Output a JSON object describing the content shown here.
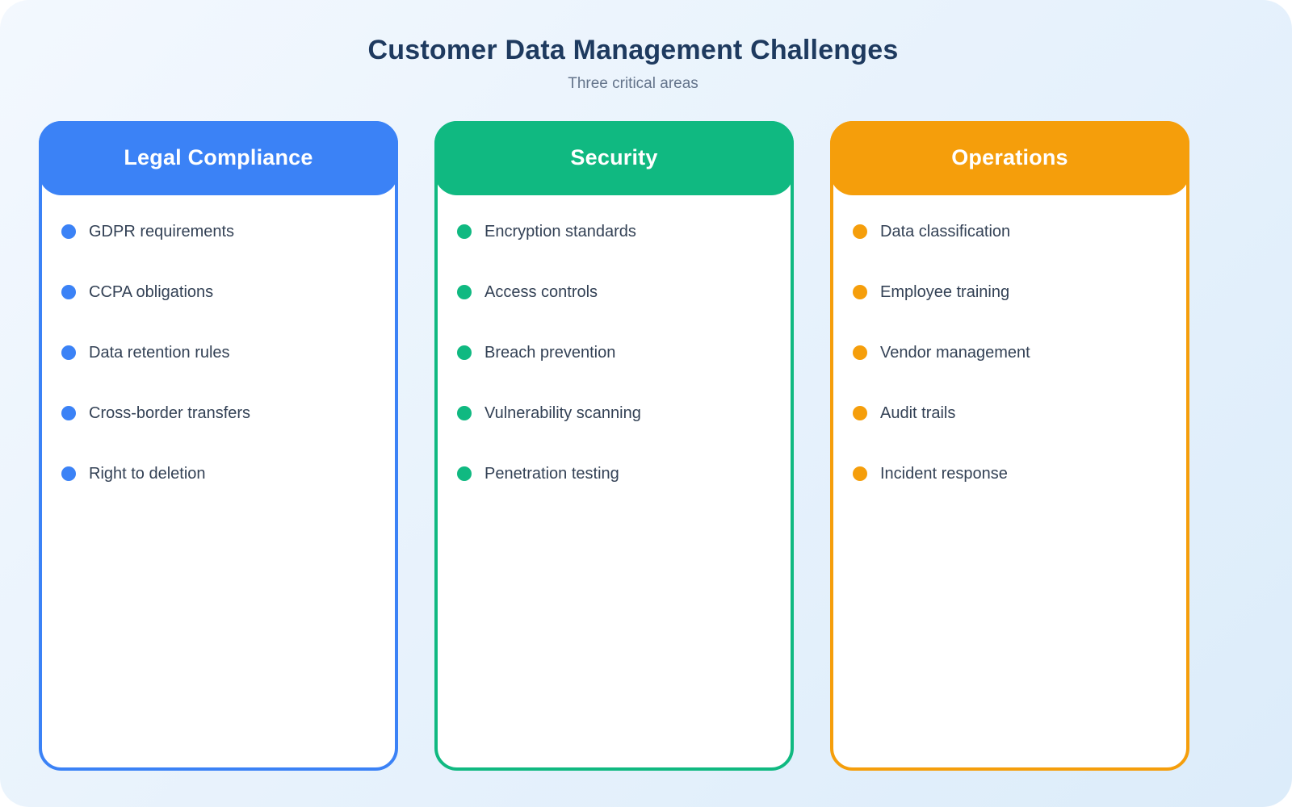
{
  "page": {
    "title": "Customer Data Management Challenges",
    "subtitle": "Three critical areas"
  },
  "theme": {
    "bg_start": "#f3f8fe",
    "bg_end": "#dcecfa",
    "title_color": "#1e3a5f",
    "subtitle_color": "#64748b",
    "item_text_color": "#334155",
    "card_bg": "#ffffff"
  },
  "cards": [
    {
      "title": "Legal Compliance",
      "accent_color": "#3b82f6",
      "items": [
        "GDPR requirements",
        "CCPA obligations",
        "Data retention rules",
        "Cross-border transfers",
        "Right to deletion"
      ]
    },
    {
      "title": "Security",
      "accent_color": "#10b981",
      "items": [
        "Encryption standards",
        "Access controls",
        "Breach prevention",
        "Vulnerability scanning",
        "Penetration testing"
      ]
    },
    {
      "title": "Operations",
      "accent_color": "#f59e0b",
      "items": [
        "Data classification",
        "Employee training",
        "Vendor management",
        "Audit trails",
        "Incident response"
      ]
    }
  ]
}
